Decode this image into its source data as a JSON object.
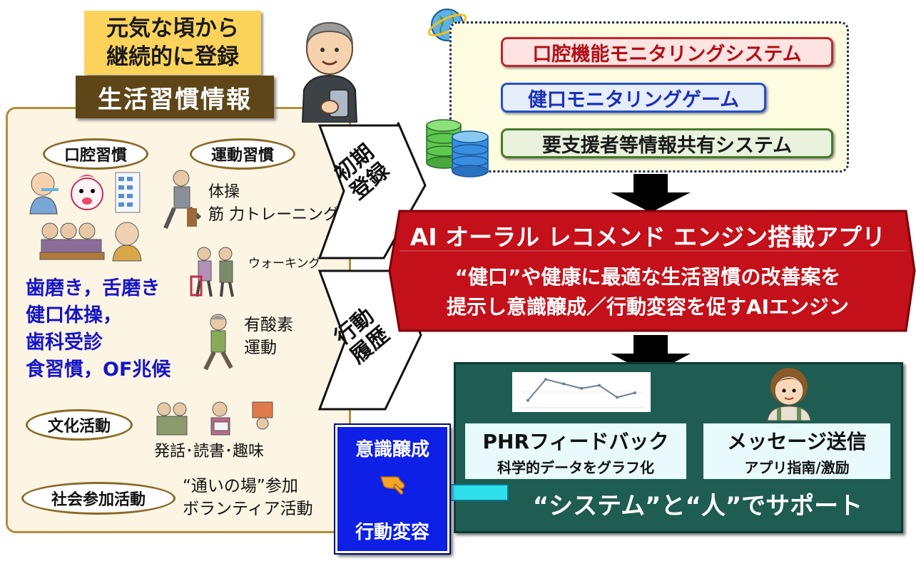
{
  "left": {
    "tag_yellow": "元気な頃から\n継続的に登録",
    "tag_brown": "生活習慣情報",
    "oral_label": "口腔習慣",
    "exercise_label": "運動習慣",
    "exercise_items": "体操\n筋 力トレーニング",
    "walking": "ウォーキング",
    "aerobic": "有酸素\n運動",
    "oral_items": "歯磨き，舌磨き\n健口体操，\n歯科受診\n食習慣，OF兆候",
    "culture_label": "文化活動",
    "culture_items": "発話･読書･趣味",
    "social_label": "社会参加活動",
    "social_items": "“通いの場”参加\nボランティア活動"
  },
  "arrows": {
    "initial": "初期\n登録",
    "history": "行動\n履歴"
  },
  "systems": {
    "items": [
      "口腔機能モニタリングシステム",
      "健口モニタリングゲーム",
      "要支援者等情報共有システム"
    ]
  },
  "engine": {
    "title": "AI オーラル レコメンド エンジン搭載アプリ",
    "desc": "“健口”や健康に最適な生活習慣の改善案を\n提示し意識醸成／行動変容を促すAIエンジン"
  },
  "feedback": {
    "phr_title": "PHRフィードバック",
    "phr_sub": "科学的データをグラフ化",
    "msg_title": "メッセージ送信",
    "msg_sub": "アプリ指南/激励",
    "support": "“システム”と“人”でサポート"
  },
  "behavior": {
    "top": "意識醸成",
    "bottom": "行動変容"
  },
  "chart_data": {
    "type": "line",
    "values": [
      2,
      9,
      7.5,
      6,
      7,
      3,
      4.5
    ]
  },
  "colors": {
    "engine_red": "#c4101a",
    "green_box": "#1f5c51",
    "blue_box": "#0e1fe6",
    "cyan_arrow": "#2fe0ec",
    "panel_border": "#b08f3a"
  }
}
